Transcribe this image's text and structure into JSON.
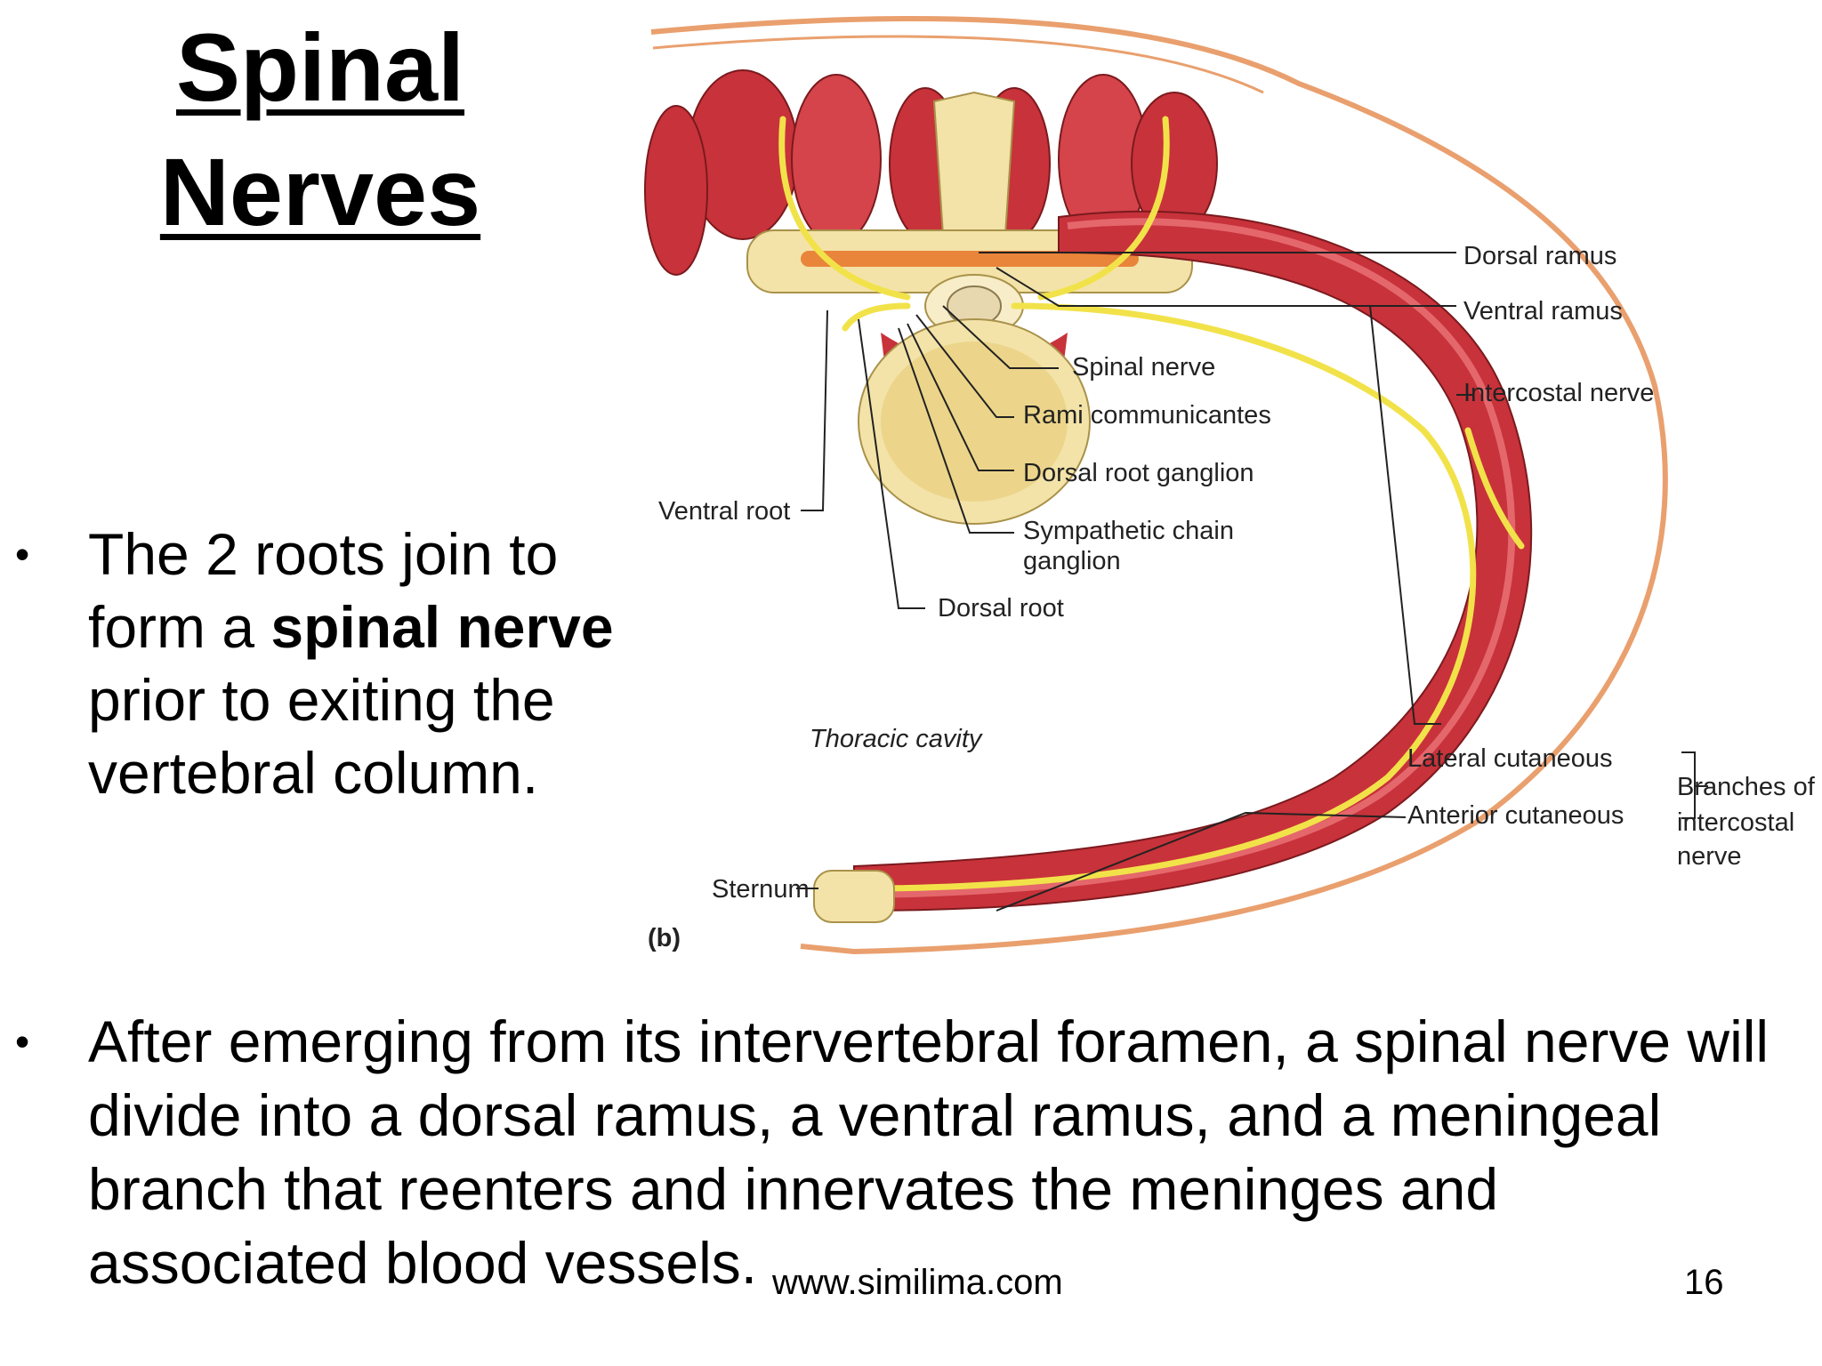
{
  "title": {
    "line1": "Spinal",
    "line2": "Nerves"
  },
  "bullet1": {
    "part1": "The 2 roots join to form a ",
    "bold": "spinal nerve",
    "part2": " prior to exiting the vertebral column."
  },
  "bullet2": {
    "text": "After emerging from its intervertebral foramen, a spinal nerve will divide into a dorsal ramus, a ventral ramus, and a meningeal branch that reenters and innervates the meninges and associated blood vessels."
  },
  "footer": {
    "url": "www.similima.com",
    "page": "16"
  },
  "figure": {
    "labels": {
      "dorsal_ramus": "Dorsal ramus",
      "ventral_ramus": "Ventral ramus",
      "spinal_nerve": "Spinal nerve",
      "intercostal_nerve": "Intercostal nerve",
      "rami_communicantes": "Rami communicantes",
      "dorsal_root_ganglion": "Dorsal root ganglion",
      "ventral_root": "Ventral root",
      "sympathetic_chain_1": "Sympathetic chain",
      "sympathetic_chain_2": "ganglion",
      "dorsal_root": "Dorsal root",
      "thoracic_cavity": "Thoracic cavity",
      "lateral_cutaneous": "Lateral cutaneous",
      "anterior_cutaneous": "Anterior cutaneous",
      "branches_1": "Branches of",
      "branches_2": "intercostal",
      "branches_3": "nerve",
      "sternum": "Sternum",
      "panel": "(b)"
    },
    "colors": {
      "muscle": "#c8323a",
      "muscle_light": "#e4676c",
      "nerve": "#f2e24a",
      "bone": "#f3e3a8",
      "skin": "#e9a06e"
    }
  }
}
